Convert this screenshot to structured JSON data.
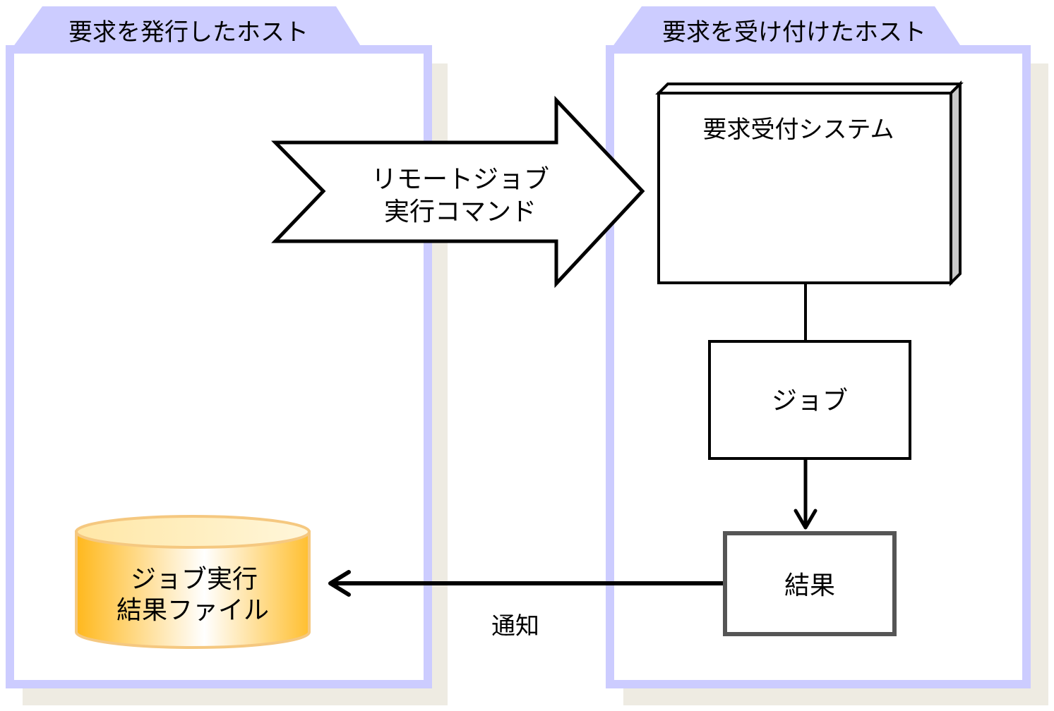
{
  "hosts": {
    "left": {
      "title": "要求を発行したホスト"
    },
    "right": {
      "title": "要求を受け付けたホスト"
    }
  },
  "command_arrow": {
    "line1": "リモートジョブ",
    "line2": "実行コマンド"
  },
  "reception_system": {
    "label": "要求受付システム"
  },
  "job": {
    "label": "ジョブ"
  },
  "result": {
    "label": "結果"
  },
  "result_file": {
    "line1": "ジョブ実行",
    "line2": "結果ファイル"
  },
  "notify": {
    "label": "通知"
  },
  "colors": {
    "host_border": "#ccccff",
    "shadow": "#eeebe2",
    "cylinder_orange": "#ffbb22",
    "result_border": "#555555"
  }
}
